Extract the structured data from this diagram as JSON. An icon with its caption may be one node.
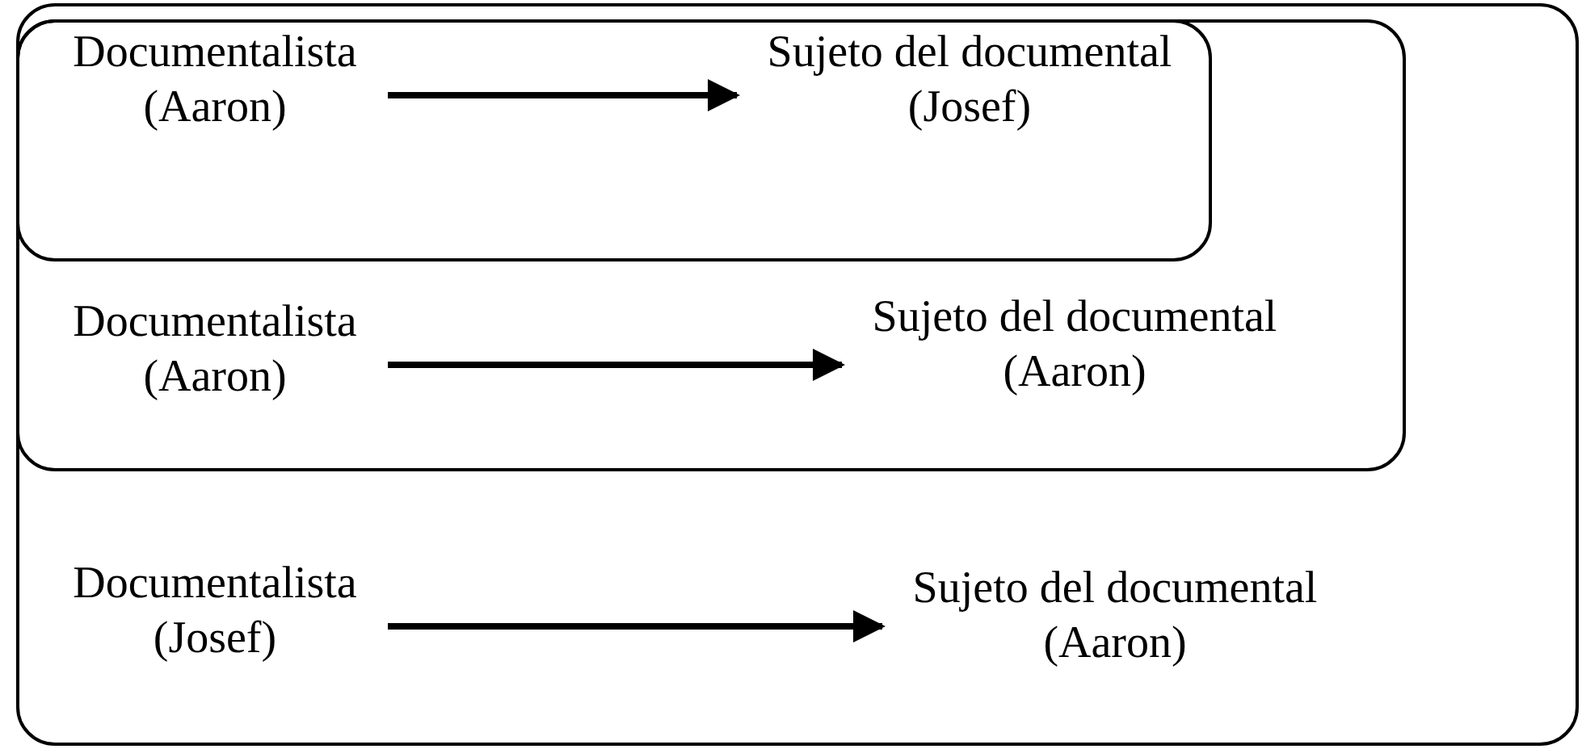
{
  "diagram": {
    "nodes": [
      {
        "text": [],
        "shape": "box"
      },
      {
        "text": [],
        "shape": "box",
        "in": 0
      },
      {
        "text": [],
        "shape": "box",
        "in": 1
      },
      {
        "text": [
          "Documentalista (Aaron)"
        ],
        "in": 2
      },
      {
        "text": [
          "Sujeto del documental (Josef)"
        ],
        "in": 2
      },
      {
        "text": [
          "Documentalista (Aaron)"
        ],
        "in": 1
      },
      {
        "text": [
          "Sujeto del documental (Aaron)"
        ],
        "in": 1
      },
      {
        "text": [
          "Documentalista (Josef)"
        ],
        "in": 0
      },
      {
        "text": [
          "Sujeto del documental (Aaron)"
        ],
        "in": 0
      }
    ],
    "edges": [
      {
        "from": 3,
        "to": 4,
        "arrow": "to"
      },
      {
        "from": 5,
        "to": 6,
        "arrow": "to"
      },
      {
        "from": 7,
        "to": 8,
        "arrow": "to"
      }
    ]
  }
}
